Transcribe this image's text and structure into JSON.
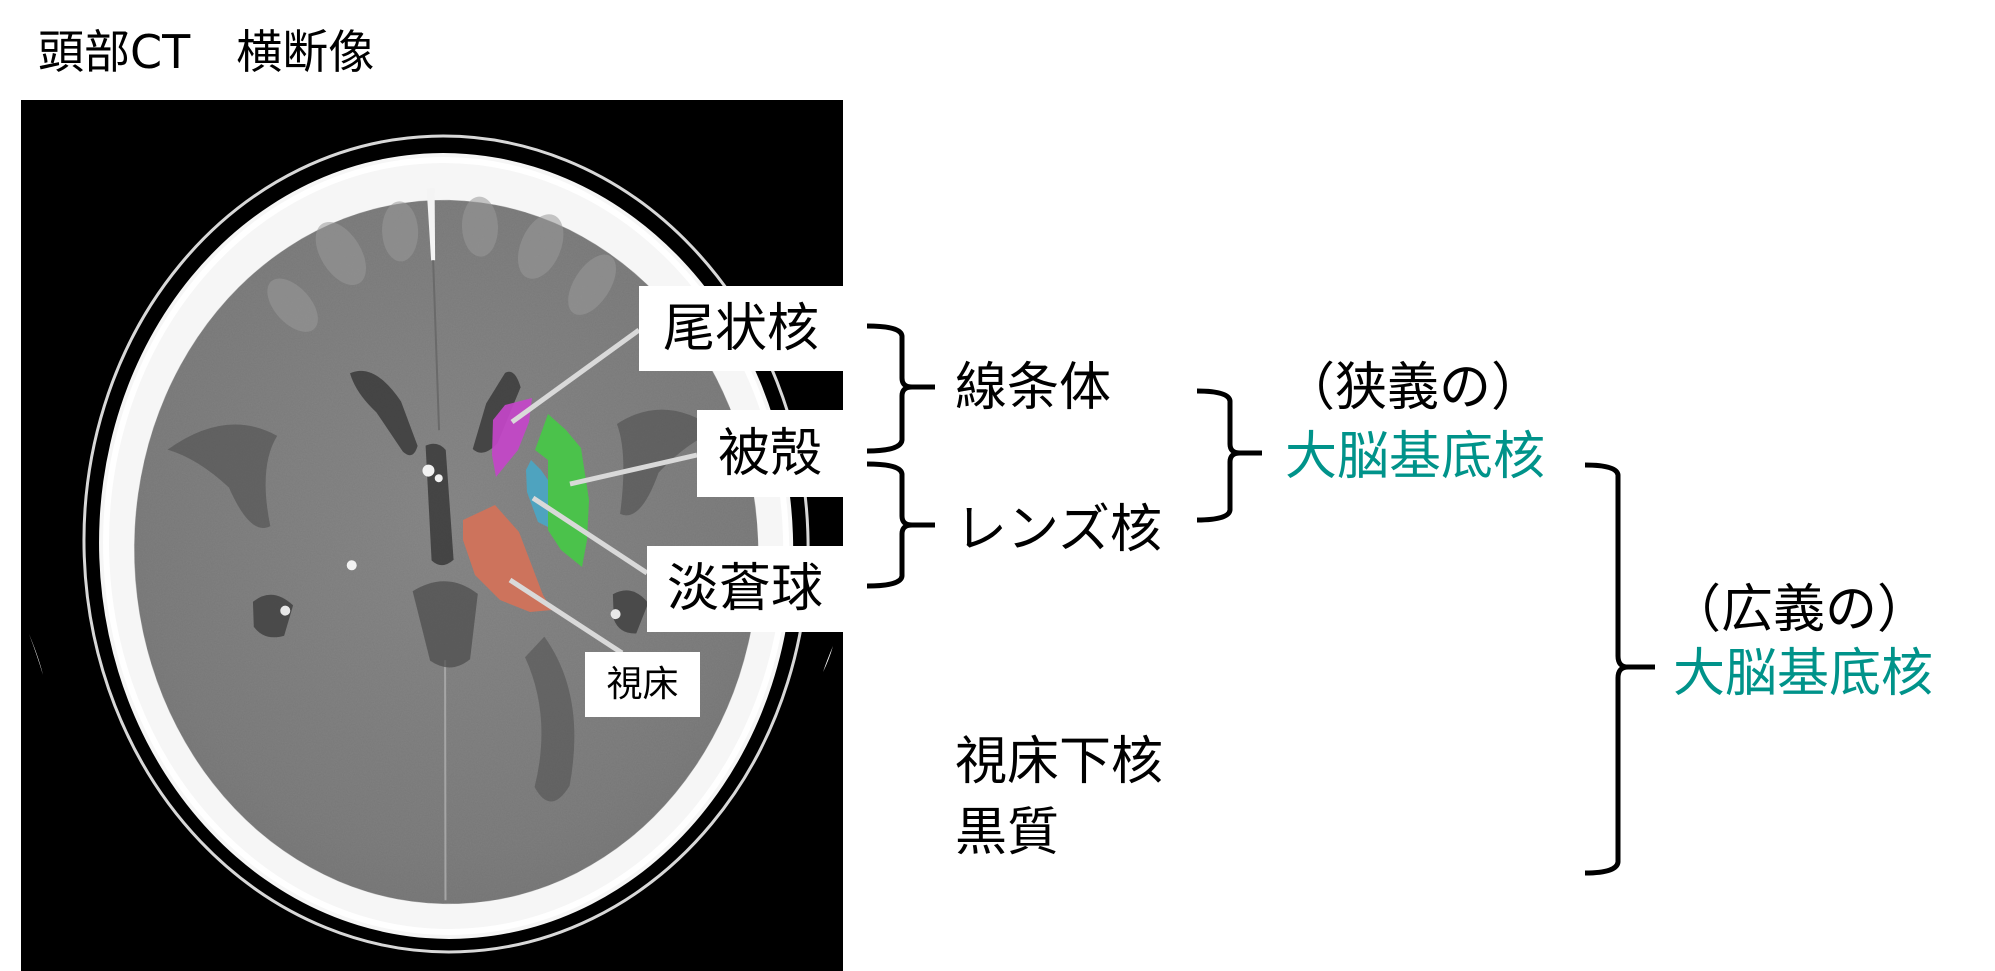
{
  "title": "頭部CT　横断像",
  "ct_image": {
    "description": "Axial head CT slice with colored basal ganglia overlays",
    "overlay_colors": {
      "caudate": "#c445c9",
      "putamen": "#46c846",
      "globus_pallidus": "#4aa6c4",
      "thalamus": "#d47259",
      "leader_line": "#d9d9d9"
    },
    "labels": {
      "caudate": "尾状核",
      "putamen": "被殻",
      "globus_pallidus": "淡蒼球",
      "thalamus": "視床"
    }
  },
  "groups": {
    "striatum": "線条体",
    "lentiform": "レンズ核",
    "narrow_prefix": "（狭義の）",
    "narrow_term": "大脳基底核",
    "broad_prefix": "（広義の）",
    "broad_term": "大脳基底核",
    "subthalamic": "視床下核",
    "substantia_nigra": "黒質"
  },
  "colors": {
    "accent_teal": "#00938a",
    "text": "#000000",
    "background": "#ffffff"
  }
}
